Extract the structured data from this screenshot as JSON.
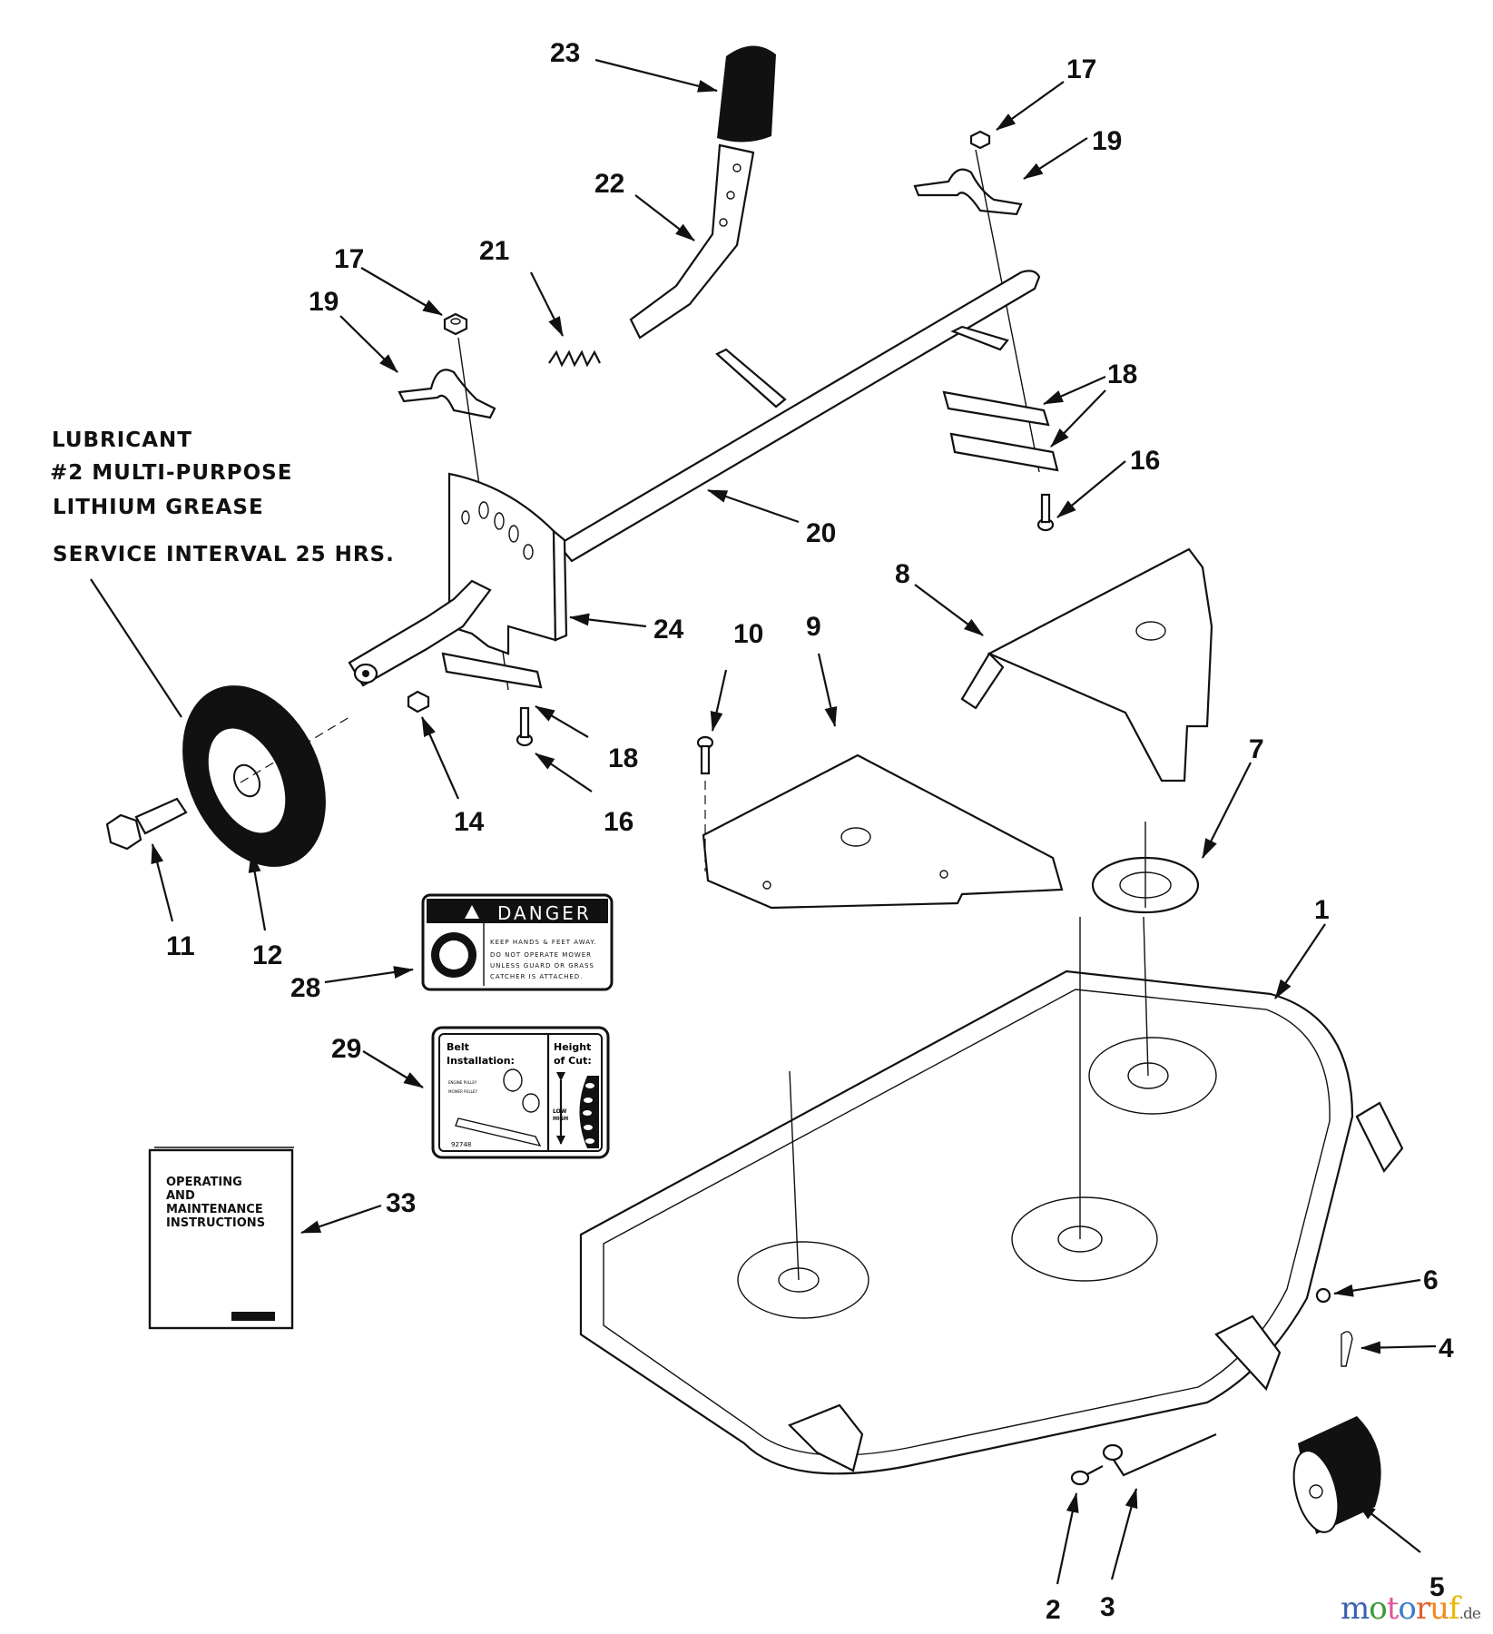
{
  "title_note": {
    "lines": [
      "LUBRICANT",
      "#2 MULTI-PURPOSE",
      "LITHIUM GREASE"
    ],
    "service_interval": "SERVICE INTERVAL 25 HRS."
  },
  "callouts": [
    {
      "id": "23",
      "part": "handle-grip"
    },
    {
      "id": "22",
      "part": "height-adjust-lever"
    },
    {
      "id": "21",
      "part": "spring"
    },
    {
      "id": "17",
      "part": "lock-nut-left"
    },
    {
      "id": "19",
      "part": "strap-bracket-left"
    },
    {
      "id": "17",
      "part": "lock-nut-right"
    },
    {
      "id": "19",
      "part": "strap-bracket-right"
    },
    {
      "id": "18",
      "part": "spacer-plate-right-a"
    },
    {
      "id": "16",
      "part": "screw-right"
    },
    {
      "id": "20",
      "part": "lift-shaft"
    },
    {
      "id": "24",
      "part": "quadrant-bracket"
    },
    {
      "id": "8",
      "part": "belt-shield-right"
    },
    {
      "id": "9",
      "part": "belt-shield-left"
    },
    {
      "id": "10",
      "part": "shield-bolt"
    },
    {
      "id": "18",
      "part": "spacer-plate-left"
    },
    {
      "id": "16",
      "part": "screw-left"
    },
    {
      "id": "14",
      "part": "hex-nut"
    },
    {
      "id": "11",
      "part": "wheel-bolt"
    },
    {
      "id": "12",
      "part": "gauge-wheel"
    },
    {
      "id": "7",
      "part": "spindle-plate"
    },
    {
      "id": "1",
      "part": "mower-deck"
    },
    {
      "id": "28",
      "part": "danger-decal"
    },
    {
      "id": "29",
      "part": "belt-height-decal"
    },
    {
      "id": "33",
      "part": "operator-manual"
    },
    {
      "id": "6",
      "part": "nut"
    },
    {
      "id": "4",
      "part": "cotter-pin"
    },
    {
      "id": "5",
      "part": "roller"
    },
    {
      "id": "3",
      "part": "roller-axle"
    },
    {
      "id": "2",
      "part": "bolt"
    }
  ],
  "danger_decal": {
    "header": "DANGER",
    "lines": [
      "KEEP HANDS & FEET AWAY.",
      "DO NOT OPERATE MOWER",
      "UNLESS GUARD OR GRASS",
      "CATCHER IS ATTACHED."
    ]
  },
  "belt_decal": {
    "left_title": [
      "Belt",
      "Installation:"
    ],
    "pulley_labels": [
      "ENGINE PULLEY",
      "MOWER PULLEY"
    ],
    "part_no": "92748",
    "right_title": [
      "Height",
      "of Cut:"
    ],
    "low": "LOW",
    "high": "HIGH"
  },
  "manual": {
    "lines": [
      "OPERATING",
      "AND",
      "MAINTENANCE",
      "INSTRUCTIONS"
    ]
  },
  "watermark": {
    "letters": [
      {
        "ch": "m",
        "color": "#3b5fb0"
      },
      {
        "ch": "o",
        "color": "#3a9a3a"
      },
      {
        "ch": "t",
        "color": "#e0559a"
      },
      {
        "ch": "o",
        "color": "#3b7fc8"
      },
      {
        "ch": "r",
        "color": "#e0602a"
      },
      {
        "ch": "u",
        "color": "#f08a1c"
      },
      {
        "ch": "f",
        "color": "#e8b800"
      }
    ],
    "tld": ".de"
  }
}
